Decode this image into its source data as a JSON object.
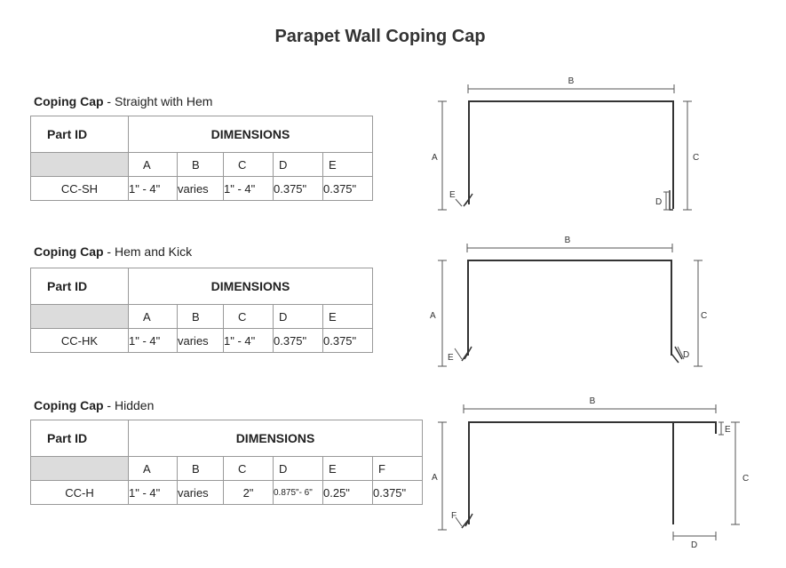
{
  "title": "Parapet Wall Coping Cap",
  "sections": [
    {
      "name": "Coping Cap",
      "variant": " - Straight with Hem",
      "header_part": "Part ID",
      "header_dims": "DIMENSIONS",
      "letters": [
        "A",
        "B",
        "C",
        "D",
        "E"
      ],
      "part_id": "CC-SH",
      "values": [
        "1\" - 4\"",
        "varies",
        "1\" - 4\"",
        "0.375\"",
        "0.375\""
      ]
    },
    {
      "name": "Coping Cap",
      "variant": " - Hem and Kick",
      "header_part": "Part ID",
      "header_dims": "DIMENSIONS",
      "letters": [
        "A",
        "B",
        "C",
        "D",
        "E"
      ],
      "part_id": "CC-HK",
      "values": [
        "1\" - 4\"",
        "varies",
        "1\" - 4\"",
        "0.375\"",
        "0.375\""
      ]
    },
    {
      "name": "Coping Cap",
      "variant": " - Hidden",
      "header_part": "Part ID",
      "header_dims": "DIMENSIONS",
      "letters": [
        "A",
        "B",
        "C",
        "D",
        "E",
        "F"
      ],
      "part_id": "CC-H",
      "values": [
        "1\" - 4\"",
        "varies",
        "2\"",
        "0.875\"- 6\"",
        "0.25\"",
        "0.375\""
      ]
    }
  ],
  "diagrams": [
    {
      "labels": {
        "A": "A",
        "B": "B",
        "C": "C",
        "D": "D",
        "E": "E"
      }
    },
    {
      "labels": {
        "A": "A",
        "B": "B",
        "C": "C",
        "D": "D",
        "E": "E"
      }
    },
    {
      "labels": {
        "A": "A",
        "B": "B",
        "C": "C",
        "D": "D",
        "E": "E",
        "F": "F"
      }
    }
  ],
  "colors": {
    "line": "#333333",
    "dim": "#666666",
    "border": "#999999",
    "gray_cell": "#dcdcdc"
  }
}
